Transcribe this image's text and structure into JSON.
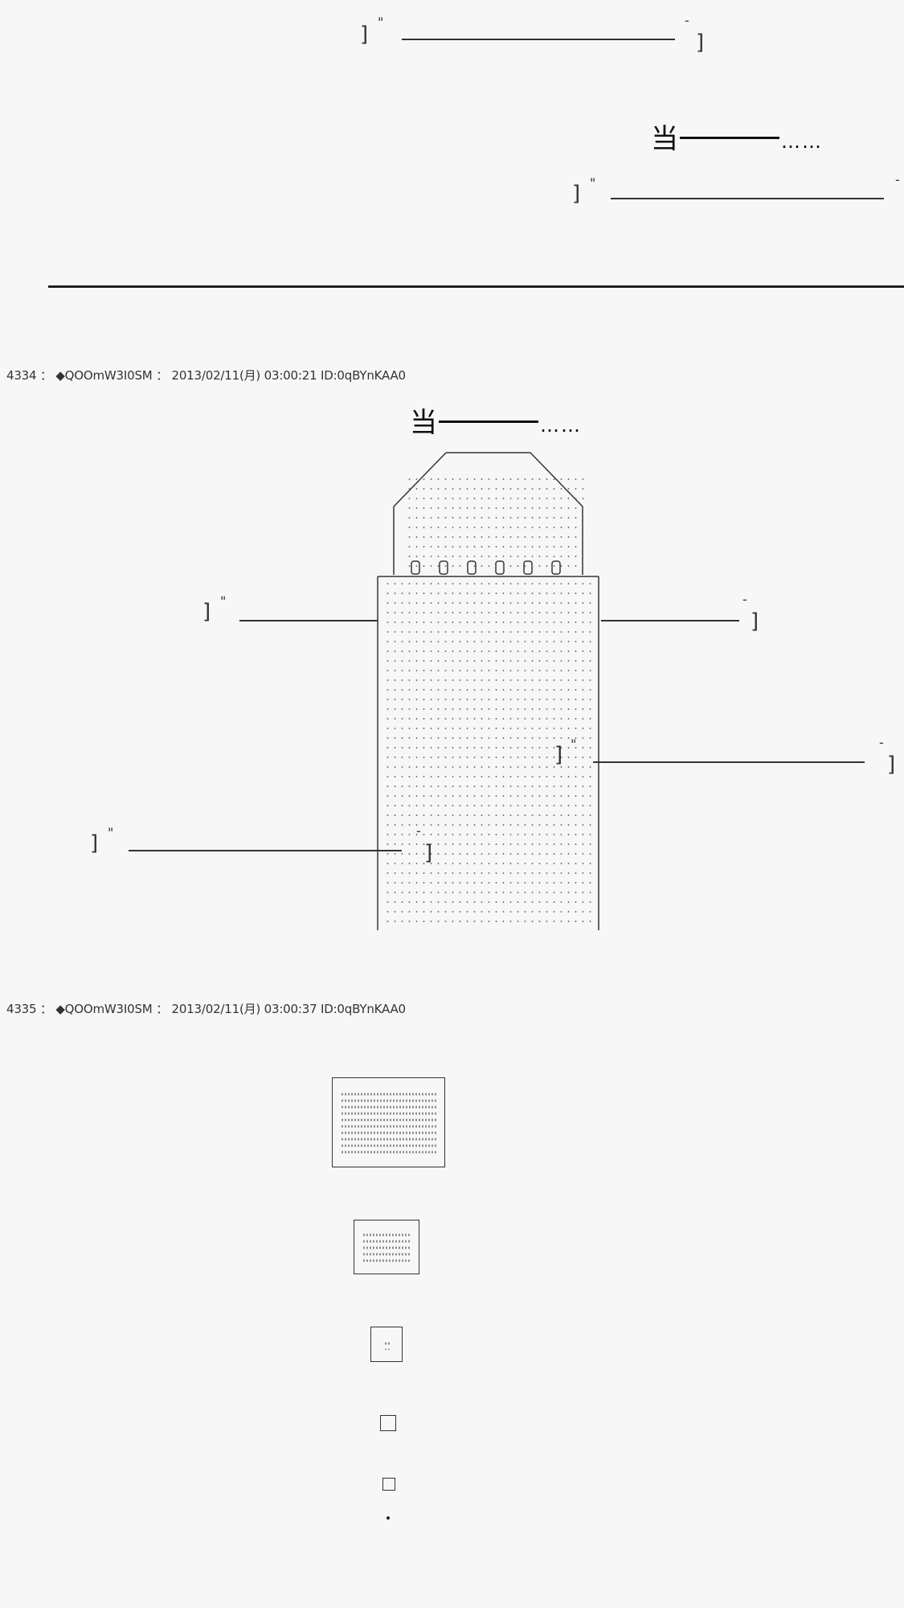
{
  "posts": [
    {
      "number": "4334",
      "separator": "：",
      "name": "◆QOOmW3I0SM",
      "date": "2013/02/11(月)",
      "time": "03:00:21",
      "id": "ID:0qBYnKAA0"
    },
    {
      "number": "4335",
      "separator": "：",
      "name": "◆QOOmW3I0SM",
      "date": "2013/02/11(月)",
      "time": "03:00:37",
      "id": "ID:0qBYnKAA0"
    }
  ],
  "sfx": {
    "char": "当",
    "dots": "……"
  },
  "bracket": {
    "open": "]",
    "quote": "\"",
    "tick": "-",
    "close": "]"
  }
}
